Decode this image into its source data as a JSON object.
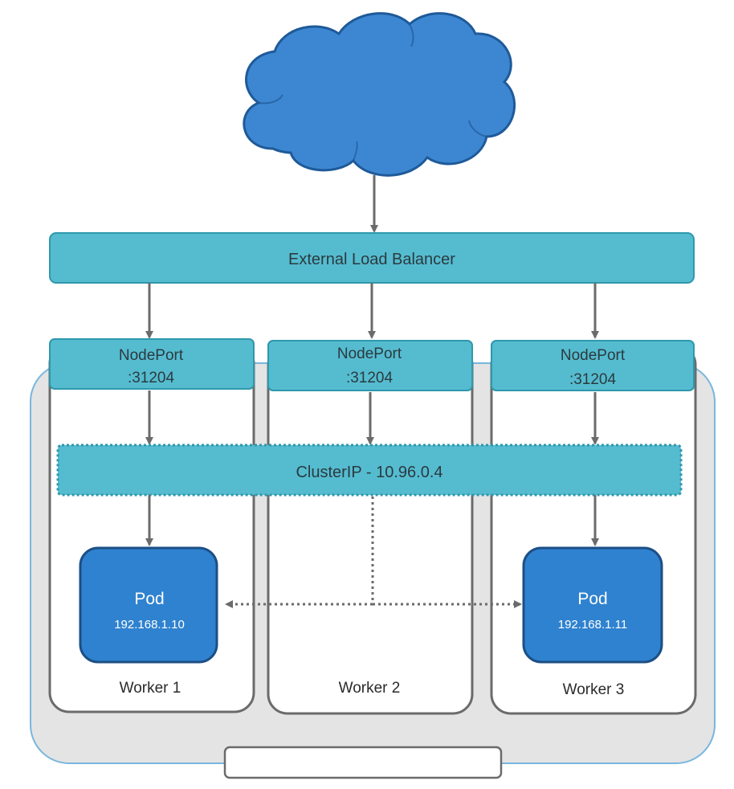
{
  "load_balancer": {
    "label": "External Load Balancer"
  },
  "nodeports": [
    {
      "line1": "NodePort",
      "line2": ":31204"
    },
    {
      "line1": "NodePort",
      "line2": ":31204"
    },
    {
      "line1": "NodePort",
      "line2": ":31204"
    }
  ],
  "clusterip": {
    "label": "ClusterIP - 10.96.0.4"
  },
  "pods": [
    {
      "title": "Pod",
      "ip": "192.168.1.10"
    },
    {
      "title": "Pod",
      "ip": "192.168.1.11"
    }
  ],
  "workers": [
    {
      "label": "Worker 1"
    },
    {
      "label": "Worker 2"
    },
    {
      "label": "Worker 3"
    }
  ],
  "colors": {
    "cloud": "#3d87d2",
    "cloud_stroke": "#1f5a99",
    "teal_box": "#55bcd0",
    "teal_stroke": "#2e98ad",
    "pod": "#2f82cf",
    "pod_stroke": "#1c4f86",
    "cluster_bg": "#e4e4e4",
    "cluster_stroke": "#79b6de",
    "arrow": "#6b6b6b"
  }
}
